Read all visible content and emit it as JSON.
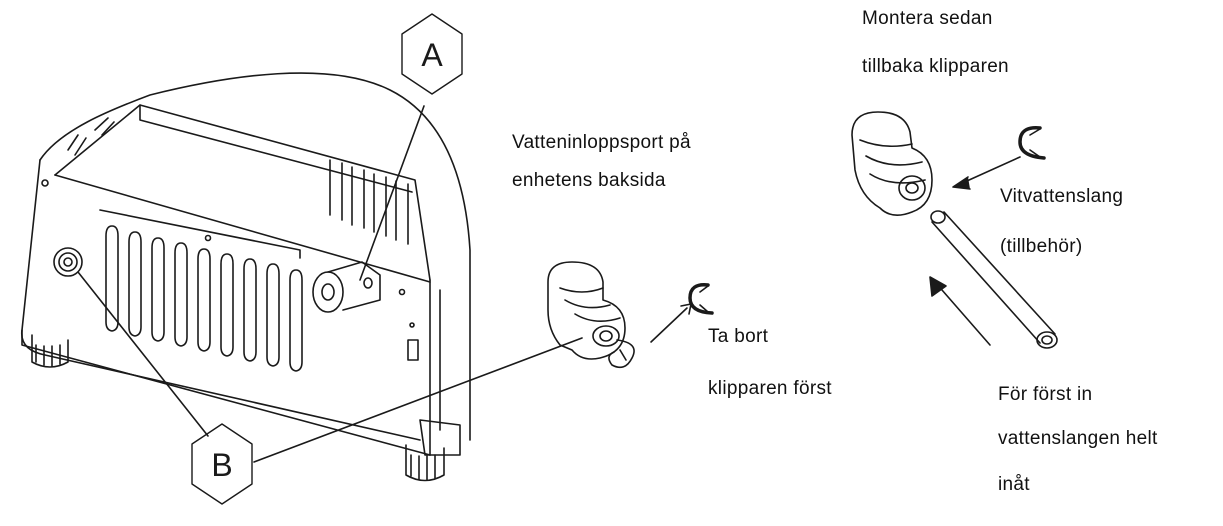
{
  "callouts": {
    "a": "A",
    "b": "B"
  },
  "labels": {
    "water_inlet": [
      "Vatteninloppsport på",
      "enhetens baksida"
    ],
    "remove_clip": [
      "Ta bort",
      "klipparen först"
    ],
    "refit_clip": [
      "Montera sedan",
      "tillbaka klipparen"
    ],
    "hose": [
      "Vitvattenslang",
      "(tillbehör)"
    ],
    "insert_hose": [
      "För först in",
      "vattenslangen helt",
      "inåt"
    ]
  },
  "colors": {
    "line": "#1a1a1a",
    "background": "#ffffff"
  }
}
